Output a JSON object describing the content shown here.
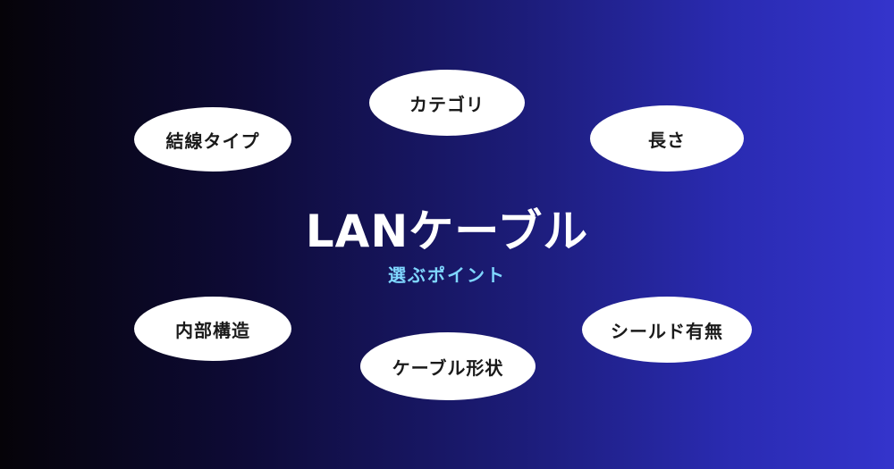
{
  "title": "LANケーブル",
  "subtitle": "選ぶポイント",
  "points": {
    "category": "カテゴリ",
    "wire_type": "結線タイプ",
    "length": "長さ",
    "inner_structure": "内部構造",
    "cable_shape": "ケーブル形状",
    "shield": "シールド有無"
  },
  "colors": {
    "subtitle": "#7fd7ff",
    "ellipse_fill": "#ffffff",
    "gradient_start": "#050308",
    "gradient_end": "#3434cc"
  }
}
